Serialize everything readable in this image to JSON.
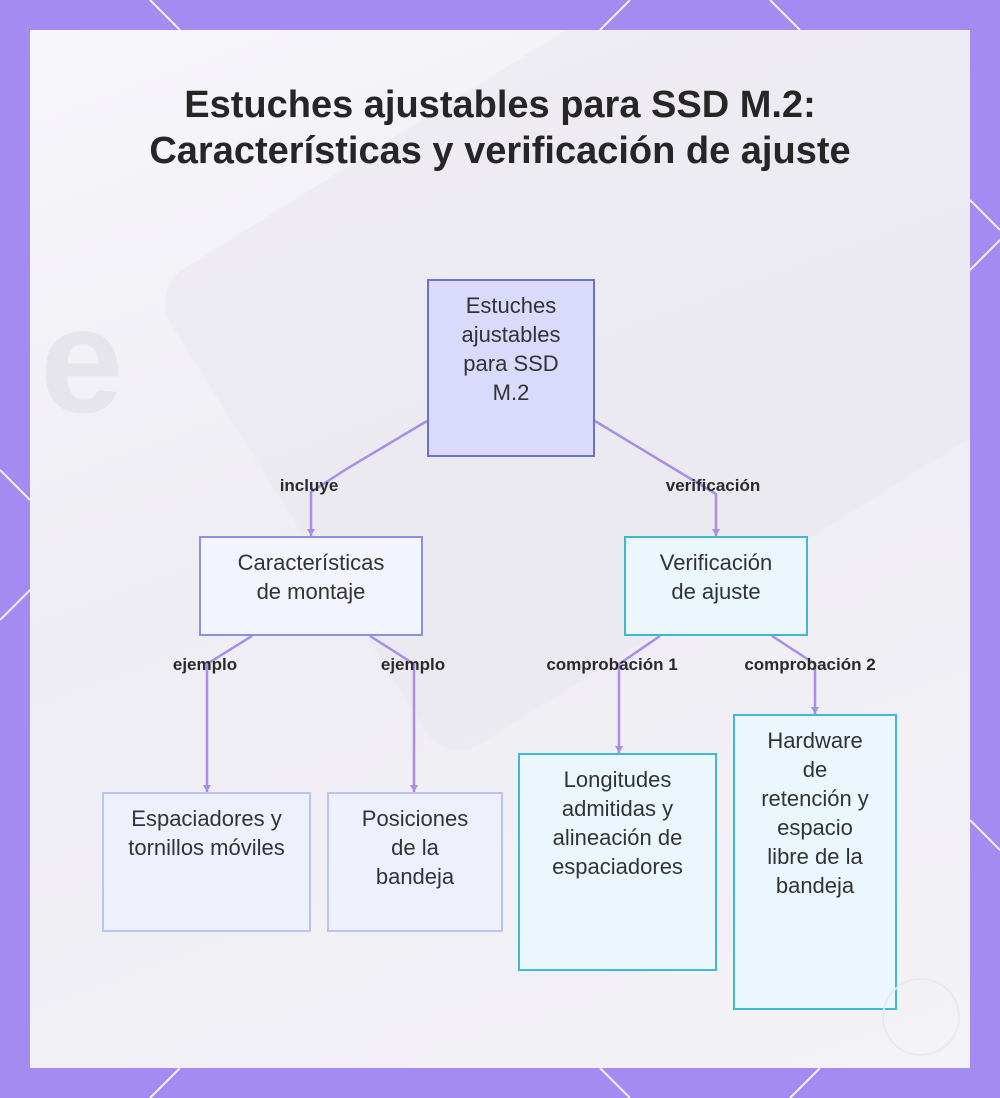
{
  "title": "Estuches ajustables para SSD M.2: Características y verificación de ajuste",
  "nodes": {
    "root": "Estuches ajustables para SSD M.2",
    "features": "Características de montaje",
    "verification": "Verificación de ajuste",
    "spacers": "Espaciadores y tornillos móviles",
    "tray": "Posiciones de la bandeja",
    "lengths": "Longitudes admitidas y alineación de espaciadores",
    "hardware": "Hardware de retención y espacio libre de la bandeja"
  },
  "edges": {
    "includes": "incluye",
    "verification": "verificación",
    "example_1": "ejemplo",
    "example_2": "ejemplo",
    "check_1": "comprobación 1",
    "check_2": "comprobación 2"
  },
  "colors": {
    "frame": "#a48bf2",
    "connector": "#a98ee6",
    "root_fill": "#d9dafc",
    "root_border": "#6874cc",
    "cyan_border": "#3db7d3"
  }
}
